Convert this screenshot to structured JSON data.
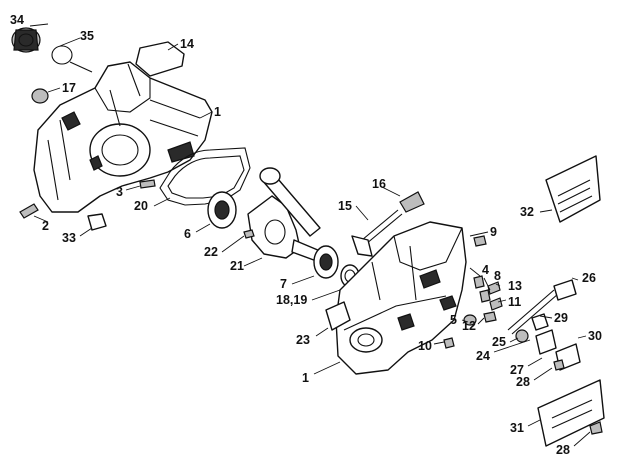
{
  "diagram": {
    "type": "exploded-parts-view",
    "callouts": [
      {
        "id": "c34",
        "text": "34"
      },
      {
        "id": "c35",
        "text": "35"
      },
      {
        "id": "c14",
        "text": "14"
      },
      {
        "id": "c17",
        "text": "17"
      },
      {
        "id": "c1a",
        "text": "1"
      },
      {
        "id": "c3",
        "text": "3"
      },
      {
        "id": "c20",
        "text": "20"
      },
      {
        "id": "c2",
        "text": "2"
      },
      {
        "id": "c33",
        "text": "33"
      },
      {
        "id": "c6",
        "text": "6"
      },
      {
        "id": "c22",
        "text": "22"
      },
      {
        "id": "c21",
        "text": "21"
      },
      {
        "id": "c16",
        "text": "16"
      },
      {
        "id": "c15",
        "text": "15"
      },
      {
        "id": "c9",
        "text": "9"
      },
      {
        "id": "c32",
        "text": "32"
      },
      {
        "id": "c7",
        "text": "7"
      },
      {
        "id": "c1819",
        "text": "18,19"
      },
      {
        "id": "c4",
        "text": "4"
      },
      {
        "id": "c8",
        "text": "8"
      },
      {
        "id": "c13",
        "text": "13"
      },
      {
        "id": "c26",
        "text": "26"
      },
      {
        "id": "c11",
        "text": "11"
      },
      {
        "id": "c12",
        "text": "12"
      },
      {
        "id": "c5",
        "text": "5"
      },
      {
        "id": "c29",
        "text": "29"
      },
      {
        "id": "c23",
        "text": "23"
      },
      {
        "id": "c25",
        "text": "25"
      },
      {
        "id": "c10",
        "text": "10"
      },
      {
        "id": "c24",
        "text": "24"
      },
      {
        "id": "c30",
        "text": "30"
      },
      {
        "id": "c1b",
        "text": "1"
      },
      {
        "id": "c27",
        "text": "27"
      },
      {
        "id": "c28a",
        "text": "28"
      },
      {
        "id": "c31",
        "text": "31"
      },
      {
        "id": "c28b",
        "text": "28"
      }
    ]
  }
}
